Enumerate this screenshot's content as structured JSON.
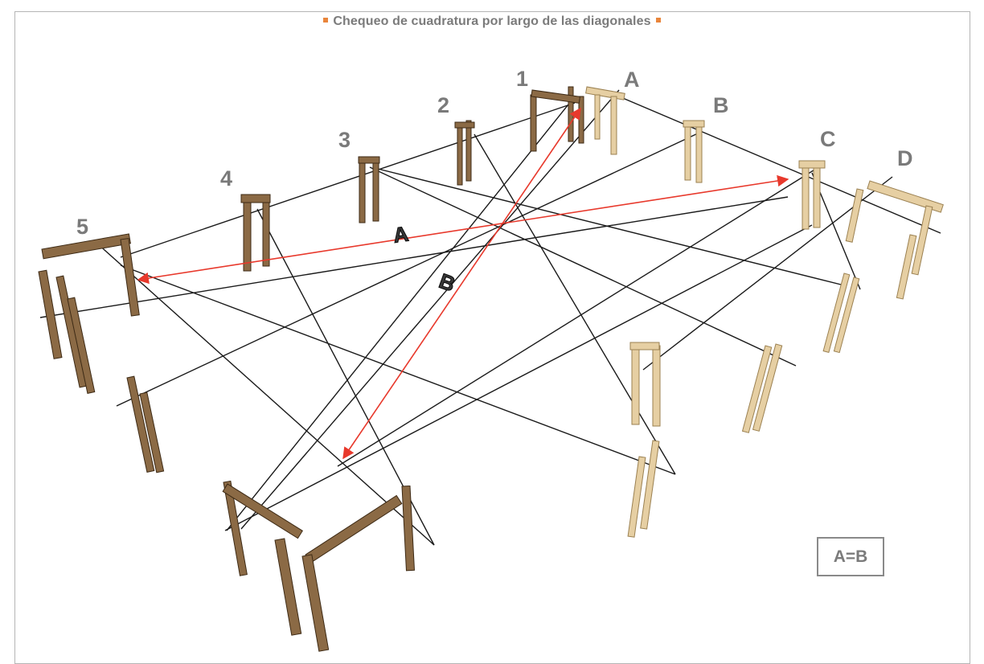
{
  "title": "Chequeo de cuadratura por  largo de las diagonales",
  "colors": {
    "accent": "#e9853b",
    "diagonal": "#e8392c",
    "dark_post": "#8b6a45",
    "light_post": "#e6cfa3",
    "string_line": "#1a1a1a"
  },
  "axis_labels_numbers": [
    "1",
    "2",
    "3",
    "4",
    "5"
  ],
  "axis_labels_letters": [
    "A",
    "B",
    "C",
    "D"
  ],
  "diagonals": {
    "a": "A",
    "b": "B"
  },
  "equality_note": "A=B"
}
